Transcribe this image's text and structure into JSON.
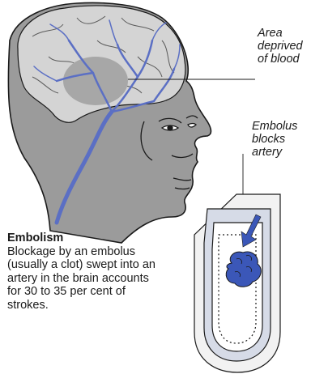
{
  "labels": {
    "area": "Area deprived of blood",
    "embolus": "Embolus blocks artery"
  },
  "caption": {
    "title": "Embolism",
    "body": "Blockage by an embolus (usually a clot) swept into an artery in the brain accounts for 30 to 35 per cent of strokes."
  },
  "colors": {
    "skin": "#9b9b9b",
    "brain": "#d4d4d4",
    "deprived_area": "#a7a7a7",
    "artery": "#5b6fc4",
    "clot": "#3b57b8",
    "tube_wall": "#d6dbe7"
  }
}
